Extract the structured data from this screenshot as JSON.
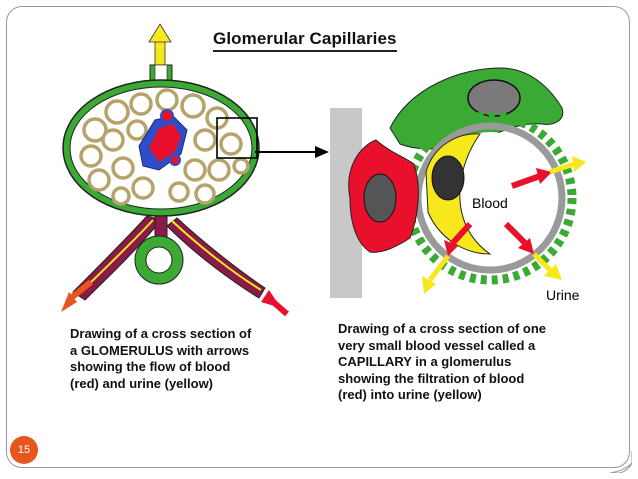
{
  "slide": {
    "title": "Glomerular Capillaries",
    "page_number": "15"
  },
  "left_panel": {
    "caption_lines": [
      "Drawing of a cross section of",
      "a GLOMERULUS with arrows",
      "showing the flow of blood",
      "(red) and urine (yellow)"
    ]
  },
  "right_panel": {
    "label_blood": "Blood",
    "label_urine": "Urine",
    "caption_lines": [
      "Drawing of a cross section of one",
      "very small blood vessel called a",
      "CAPILLARY in a glomerulus",
      "showing the filtration of blood",
      "(red) into urine (yellow)"
    ]
  },
  "colors": {
    "blood": "#e8102a",
    "urine": "#f6e81a",
    "tissue": "#3aaa35",
    "vessel": "#8a1a4a",
    "accent": "#e8561d"
  }
}
